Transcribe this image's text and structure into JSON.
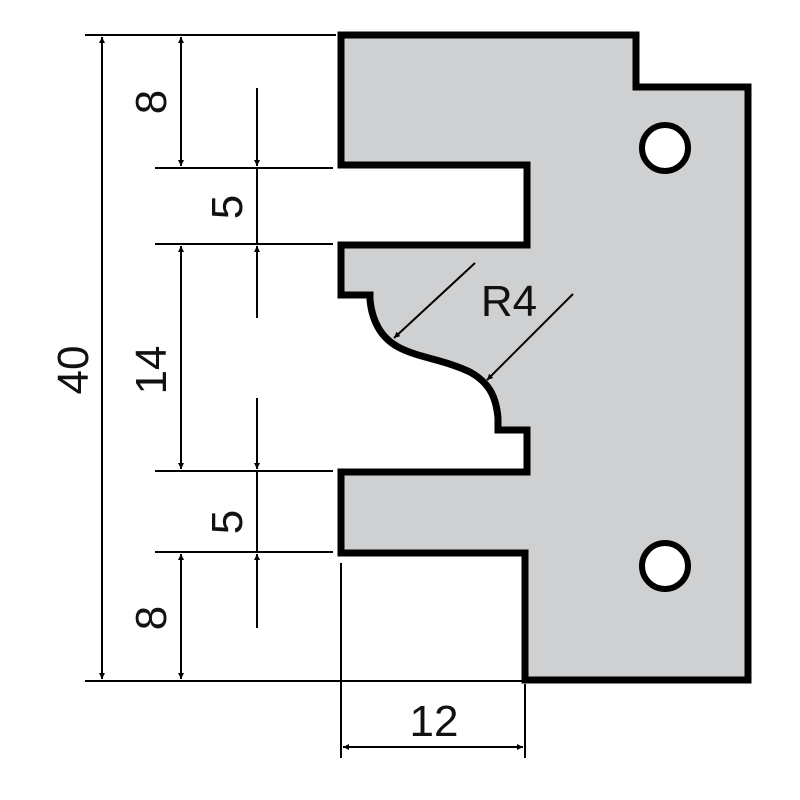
{
  "drawing": {
    "title": "Cutter knife profile",
    "fill_color": "#cfd0d2",
    "outline_color": "#000000",
    "background": "#ffffff",
    "units": "mm"
  },
  "dimensions": {
    "overall_height": "40",
    "top_band": "8",
    "upper_slot": "5",
    "profile_height": "14",
    "lower_slot": "5",
    "bottom_band": "8",
    "slot_depth": "12",
    "radius": "R4"
  }
}
